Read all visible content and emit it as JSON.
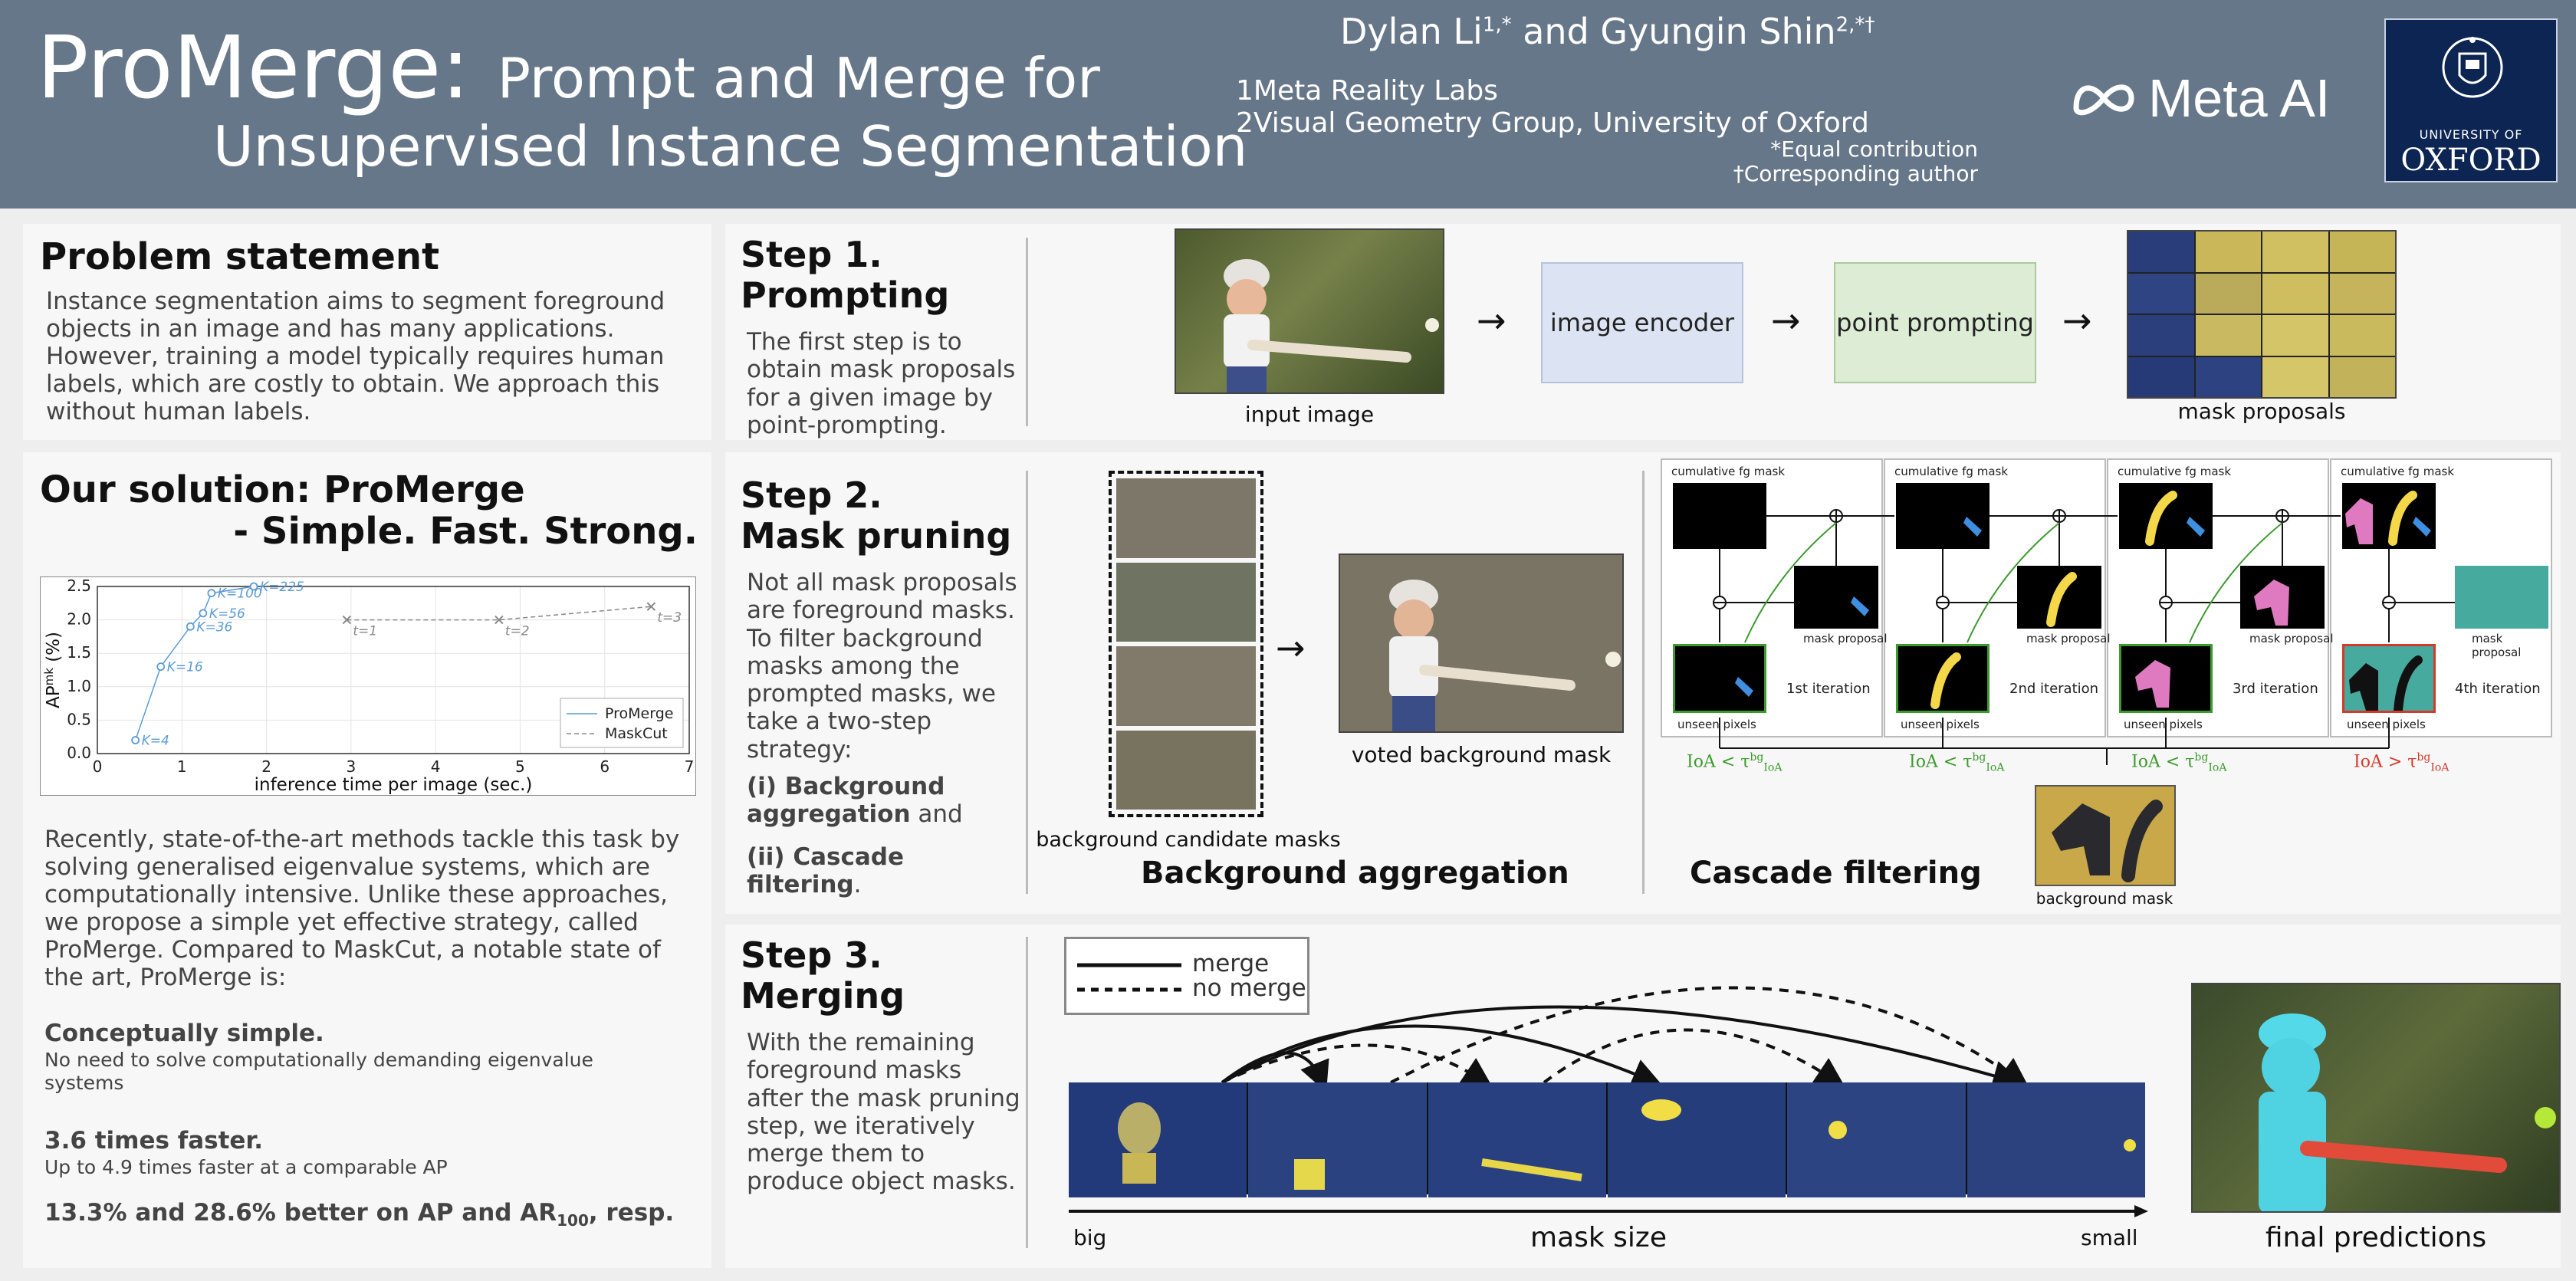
{
  "header": {
    "title_main": "ProMerge:",
    "title_rest": "Prompt and Merge for",
    "title_line2": "Unsupervised Instance Segmentation",
    "authors": "Dylan Li",
    "authors_sup1": "1,*",
    "authors_and": " and Gyungin Shin",
    "authors_sup2": "2,*†",
    "aff1": "1Meta Reality Labs",
    "aff2": "2Visual Geometry Group, University of Oxford",
    "note_equal": "*Equal contribution",
    "note_corr": "†Corresponding author",
    "meta_logo": "Meta AI",
    "oxford_line1": "UNIVERSITY OF",
    "oxford_line2": "OXFORD"
  },
  "problem": {
    "title": "Problem statement",
    "text": "Instance segmentation aims to segment foreground objects in an image and has many applications. However, training a model typically requires human labels, which are costly to obtain. We approach this without human labels."
  },
  "solution": {
    "title": "Our solution: ProMerge",
    "subtitle": "- Simple. Fast. Strong.",
    "paragraph": "Recently, state-of-the-art methods tackle this task by solving generalised eigenvalue systems, which are computationally intensive. Unlike these approaches, we propose a simple yet effective strategy, called ProMerge. Compared to MaskCut, a notable state of the art, ProMerge is:",
    "point1_title": "Conceptually simple.",
    "point1_text": "No need to solve computationally demanding eigenvalue systems",
    "point2_title": "3.6 times faster.",
    "point2_text": "Up to 4.9 times faster at a comparable AP",
    "point3_title": "13.3% and 28.6% better on AP and AR",
    "point3_sub": "100",
    "point3_end": ", resp."
  },
  "chart_data": {
    "type": "line",
    "xlabel": "inference time per image (sec.)",
    "ylabel": "AP",
    "ylabel_sup": "mk",
    "ylabel_unit": " (%)",
    "xlim": [
      0,
      7
    ],
    "ylim": [
      0,
      2.5
    ],
    "xticks": [
      "0",
      "1",
      "2",
      "3",
      "4",
      "5",
      "6",
      "7"
    ],
    "yticks": [
      "0.0",
      "0.5",
      "1.0",
      "1.5",
      "2.0",
      "2.5"
    ],
    "legend_position": "bottom-right",
    "series": [
      {
        "name": "ProMerge",
        "color": "#5b9bd5",
        "x": [
          0.45,
          0.75,
          1.1,
          1.25,
          1.35,
          1.85
        ],
        "y": [
          0.2,
          1.3,
          1.9,
          2.1,
          2.4,
          2.5
        ],
        "labels": [
          "K=4",
          "K=16",
          "K=36",
          "K=56",
          "K=100",
          "K=225"
        ]
      },
      {
        "name": "MaskCut",
        "color": "#888888",
        "x": [
          2.95,
          4.75,
          6.55
        ],
        "y": [
          2.0,
          2.0,
          2.2
        ],
        "labels": [
          "t=1",
          "t=2",
          "t=3"
        ]
      }
    ]
  },
  "step1": {
    "title_a": "Step 1.",
    "title_b": "Prompting",
    "text": "The first step is to obtain mask proposals for a given image by point-prompting.",
    "input_caption": "input image",
    "encoder_label": "image encoder",
    "prompt_label": "point prompting",
    "proposals_caption": "mask proposals"
  },
  "step2": {
    "title_a": "Step 2.",
    "title_b": "Mask pruning",
    "text": "Not all mask proposals are foreground masks. To filter background masks among the prompted masks, we take a two-step strategy:",
    "item1_b": "(i) Background aggregation",
    "item1_end": " and",
    "item2_b": "(ii) Cascade filtering",
    "item2_end": ".",
    "candidates_caption": "background candidate masks",
    "voted_caption": "voted background mask",
    "bg_agg_label": "Background aggregation",
    "cascade_label": "Cascade filtering",
    "cum_label": "cumulative fg mask",
    "proposal_label": "mask proposal",
    "unseen_label": "unseen pixels",
    "iterations": [
      "1st iteration",
      "2nd iteration",
      "3rd iteration",
      "4th iteration"
    ],
    "ioa_less": "IoA <",
    "ioa_more": "IoA >",
    "ioa_tau": "τ",
    "ioa_sup": "bg",
    "ioa_sub": "IoA",
    "bg_mask_caption": "background mask",
    "colors": {
      "green": "#3c9a2e",
      "red": "#d23b2a"
    }
  },
  "step3": {
    "title_a": "Step 3.",
    "title_b": "Merging",
    "text": "With the remaining foreground masks after the mask pruning step, we iteratively merge them to produce object masks.",
    "legend_merge": "merge",
    "legend_nomerge": "no merge",
    "axis_big": "big",
    "axis_label": "mask size",
    "axis_small": "small",
    "final_caption": "final predictions"
  }
}
